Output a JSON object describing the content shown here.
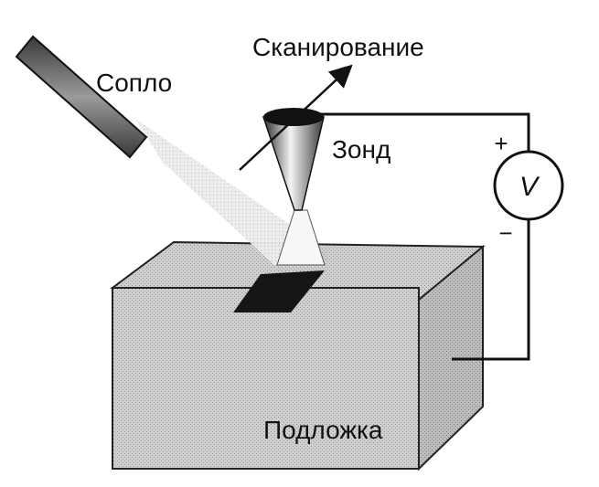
{
  "labels": {
    "nozzle": "Сопло",
    "scanning": "Сканирование",
    "probe": "Зонд",
    "substrate": "Подложка",
    "voltmeter": "V",
    "plus": "+",
    "minus": "−"
  },
  "colors": {
    "ink": "#111111",
    "substrate_front": "#bdbdbd",
    "substrate_top": "#c9c9c9",
    "substrate_side": "#a9a9a9",
    "spray": "#e4e4e4",
    "deposit": "#151515",
    "nozzle": "#7a7a7a"
  }
}
